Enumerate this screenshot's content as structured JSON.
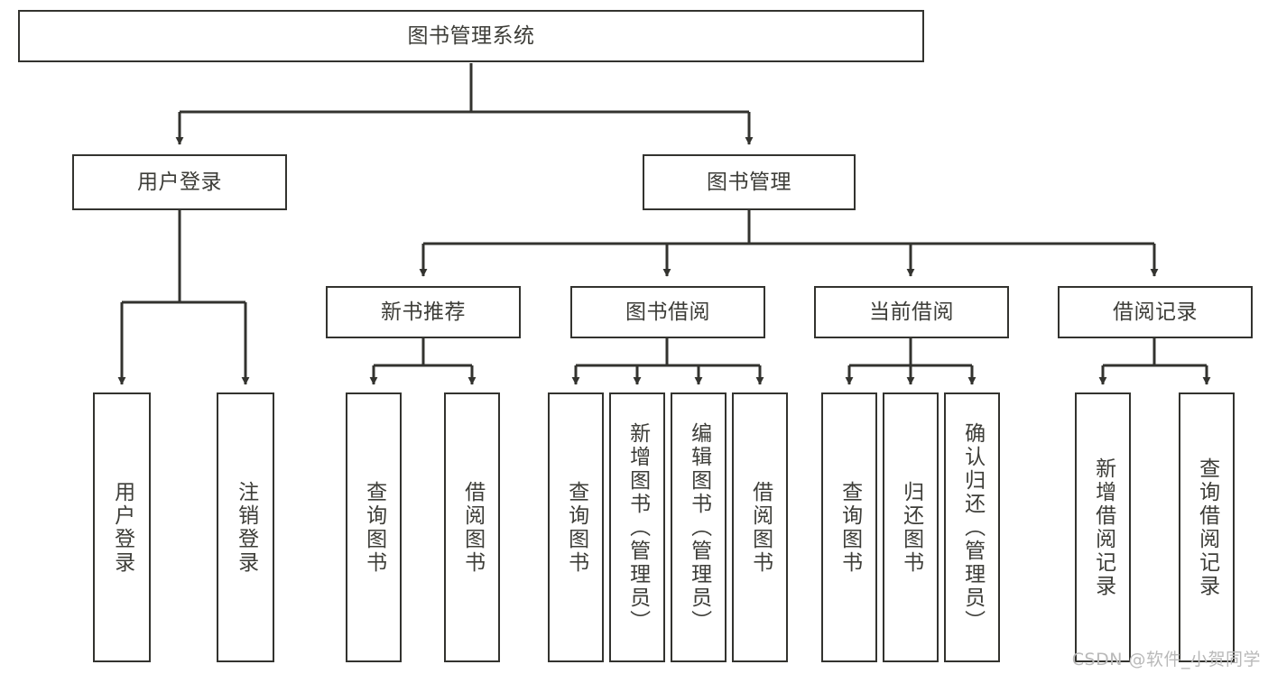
{
  "diagram": {
    "title": "图书管理系统",
    "type": "tree-hierarchy-diagram",
    "colors": {
      "node_border": "#33332f",
      "node_fill": "#ffffff",
      "edge": "#33332f",
      "text": "#3d3d38",
      "background": "#ffffff",
      "watermark": "#b9b9b9"
    },
    "root": {
      "label": "图书管理系统"
    },
    "level1": [
      {
        "label": "用户登录"
      },
      {
        "label": "图书管理"
      }
    ],
    "level2": [
      {
        "label": "新书推荐"
      },
      {
        "label": "图书借阅"
      },
      {
        "label": "当前借阅"
      },
      {
        "label": "借阅记录"
      }
    ],
    "leaves": {
      "user_login": [
        {
          "label": "用户登录"
        },
        {
          "label": "注销登录"
        }
      ],
      "new_book_recommend": [
        {
          "label": "查询图书"
        },
        {
          "label": "借阅图书"
        }
      ],
      "book_borrow": [
        {
          "label": "查询图书"
        },
        {
          "label": "新增图书（管理员）"
        },
        {
          "label": "编辑图书（管理员）"
        },
        {
          "label": "借阅图书"
        }
      ],
      "current_borrow": [
        {
          "label": "查询图书"
        },
        {
          "label": "归还图书"
        },
        {
          "label": "确认归还（管理员）"
        }
      ],
      "borrow_records": [
        {
          "label": "新增借阅记录"
        },
        {
          "label": "查询借阅记录"
        }
      ]
    }
  },
  "watermark": {
    "text": "CSDN @软件_小贺同学"
  }
}
